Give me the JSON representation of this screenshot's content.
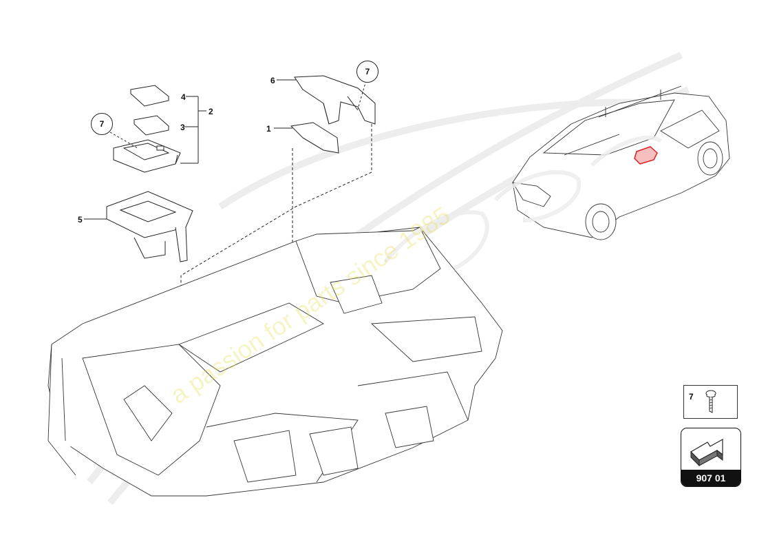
{
  "diagram": {
    "callouts": {
      "c1": "1",
      "c2": "2",
      "c3": "3",
      "c4": "4",
      "c5": "5",
      "c6": "6",
      "c7a": "7",
      "c7b": "7"
    },
    "legend": {
      "part_number": "7",
      "icon": "screw-icon"
    },
    "reference": {
      "label": "907 01",
      "icon": "arrow-page-icon"
    },
    "highlight_color": "#e02020",
    "line_color": "#222222"
  },
  "watermark": {
    "tagline": "a passion for parts since 1985",
    "color": "#e6dc5a"
  }
}
